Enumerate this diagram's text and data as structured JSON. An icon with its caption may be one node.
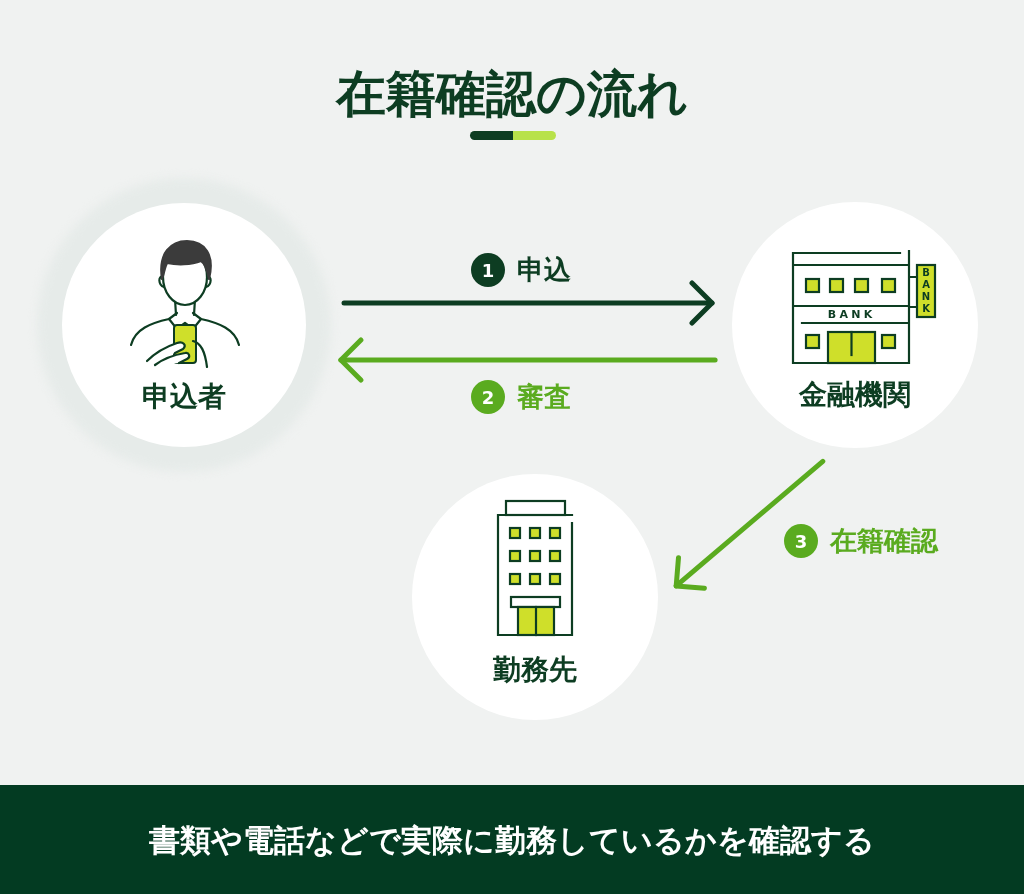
{
  "diagram": {
    "title": "在籍確認の流れ",
    "nodes": [
      {
        "text": [
          "申込者"
        ]
      },
      {
        "text": [
          "金融機関"
        ]
      },
      {
        "text": [
          "勤務先"
        ]
      },
      {
        "text": [
          "書類や電話などで実際に勤務しているかを確認する"
        ]
      }
    ],
    "edges": [
      {
        "from": 0,
        "to": 1,
        "arrow": "to",
        "label": "申込",
        "color": "#0d3d22"
      },
      {
        "from": 1,
        "to": 0,
        "arrow": "to",
        "label": "審査"
      },
      {
        "from": 1,
        "to": 2,
        "arrow": "to",
        "label": "在籍確認"
      }
    ],
    "labels": [
      "1",
      "BANK",
      "BANK",
      "2",
      "3"
    ]
  }
}
